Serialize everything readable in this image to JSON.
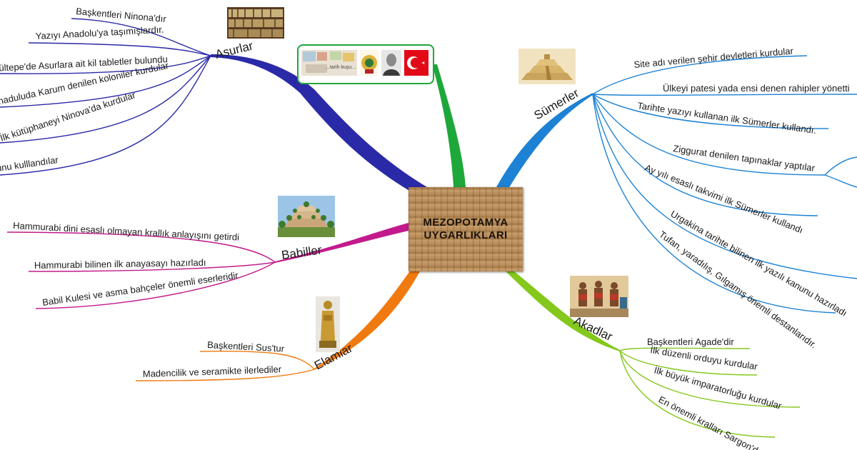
{
  "center": {
    "title_line1": "MEZOPOTAMYA",
    "title_line2": "UYGARLIKLARI"
  },
  "top_image_text": "...tarih kuşu...",
  "colors": {
    "asurlar": "#2a2aa8",
    "babiller": "#c21a8c",
    "elamlar": "#f07a10",
    "sumerler": "#1d82d4",
    "akadlar": "#84c81c",
    "top": "#1ea83a"
  },
  "branches": {
    "asurlar": {
      "label": "Asurlar",
      "items": [
        "Başkentleri Ninona'dır",
        "Yazıyı Anadolu'ya taşımışlardır.",
        "Kültepe'de Asurlara ait kil tabletler bulundu",
        "Anaduluda Karum denilen koloniler kurdular",
        "İlk kütüphaneyi Ninova'da kurdular",
        "...lunu kulllandılar"
      ]
    },
    "babiller": {
      "label": "Babiller",
      "items": [
        "Hammurabi dini esaslı olmayan krallık anlayışını getirdi",
        "Hammurabi bilinen ilk anayasayı hazırladı",
        "Babil Kulesi ve asma bahçeler önemli eserleridir"
      ]
    },
    "elamlar": {
      "label": "Elamlar",
      "items": [
        "Başkentleri Sus'tur",
        "Madencilik ve seramikte ilerlediler"
      ]
    },
    "sumerler": {
      "label": "Sümerler",
      "items": [
        "Site adı verilen şehir devletleri kurdular",
        "Ülkeyi patesi yada ensi denen rahipler yönetti",
        "Tarihte yazıyı kullanan ilk Sümerler kullandı.",
        "Ziggurat denilen tapınaklar yaptılar",
        "Ay yılı esaslı takvimi ilk Sümerler kullandı",
        "Urgakina tarihte bilinen ilk yazılı kanunu hazırladı",
        "Tufan, yaradılış, Gılgamış önemli destanlarıdır."
      ]
    },
    "akadlar": {
      "label": "Akadlar",
      "items": [
        "Başkentleri Agade'dir",
        "İlk düzenli orduyu kurdular",
        "İlk büyük imparatorluğu kurdular",
        "En önemli kralları Sargon'dur"
      ]
    }
  }
}
